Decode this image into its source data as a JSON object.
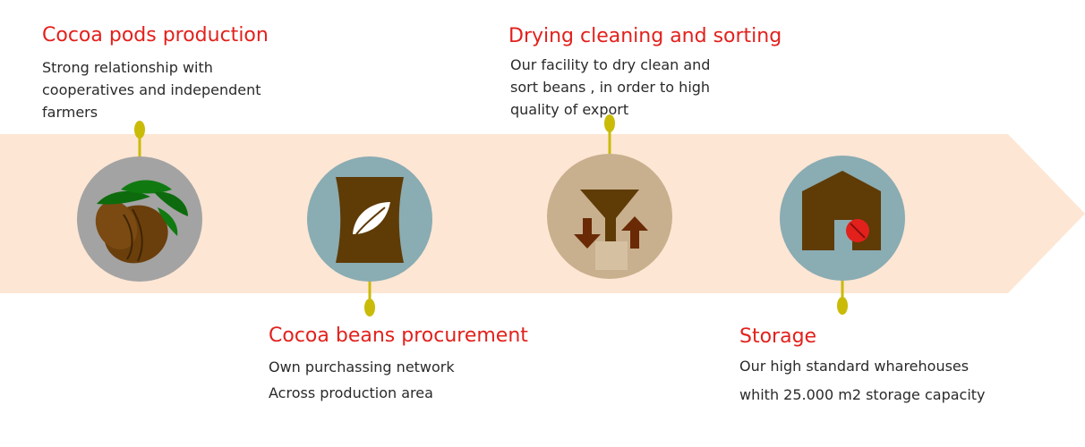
{
  "colors": {
    "band": "#fde6d4",
    "title": "#e2211c",
    "text": "#2a2a2a",
    "connector": "#c9bb08",
    "icon_brown": "#5f3b06"
  },
  "steps": [
    {
      "title": "Cocoa pods production",
      "lines": [
        "Strong relationship with",
        "cooperatives and independent",
        "farmers"
      ],
      "icon": "cocoa-pod-icon",
      "circle_color": "#a3a3a3",
      "position": "top"
    },
    {
      "title": "Cocoa beans procurement",
      "lines": [
        "Own purchassing network",
        "Across production area"
      ],
      "icon": "bean-sack-icon",
      "circle_color": "#8aacb3",
      "position": "bottom"
    },
    {
      "title": "Drying cleaning and sorting",
      "lines": [
        "Our facility to dry clean and",
        "sort beans , in order to high",
        "quality of export"
      ],
      "icon": "sorting-funnel-icon",
      "circle_color": "#c8b08e",
      "position": "top"
    },
    {
      "title": "Storage",
      "lines": [
        "Our high standard wharehouses",
        "whith 25.000 m2 storage capacity"
      ],
      "icon": "warehouse-icon",
      "circle_color": "#8aacb3",
      "position": "bottom"
    }
  ]
}
